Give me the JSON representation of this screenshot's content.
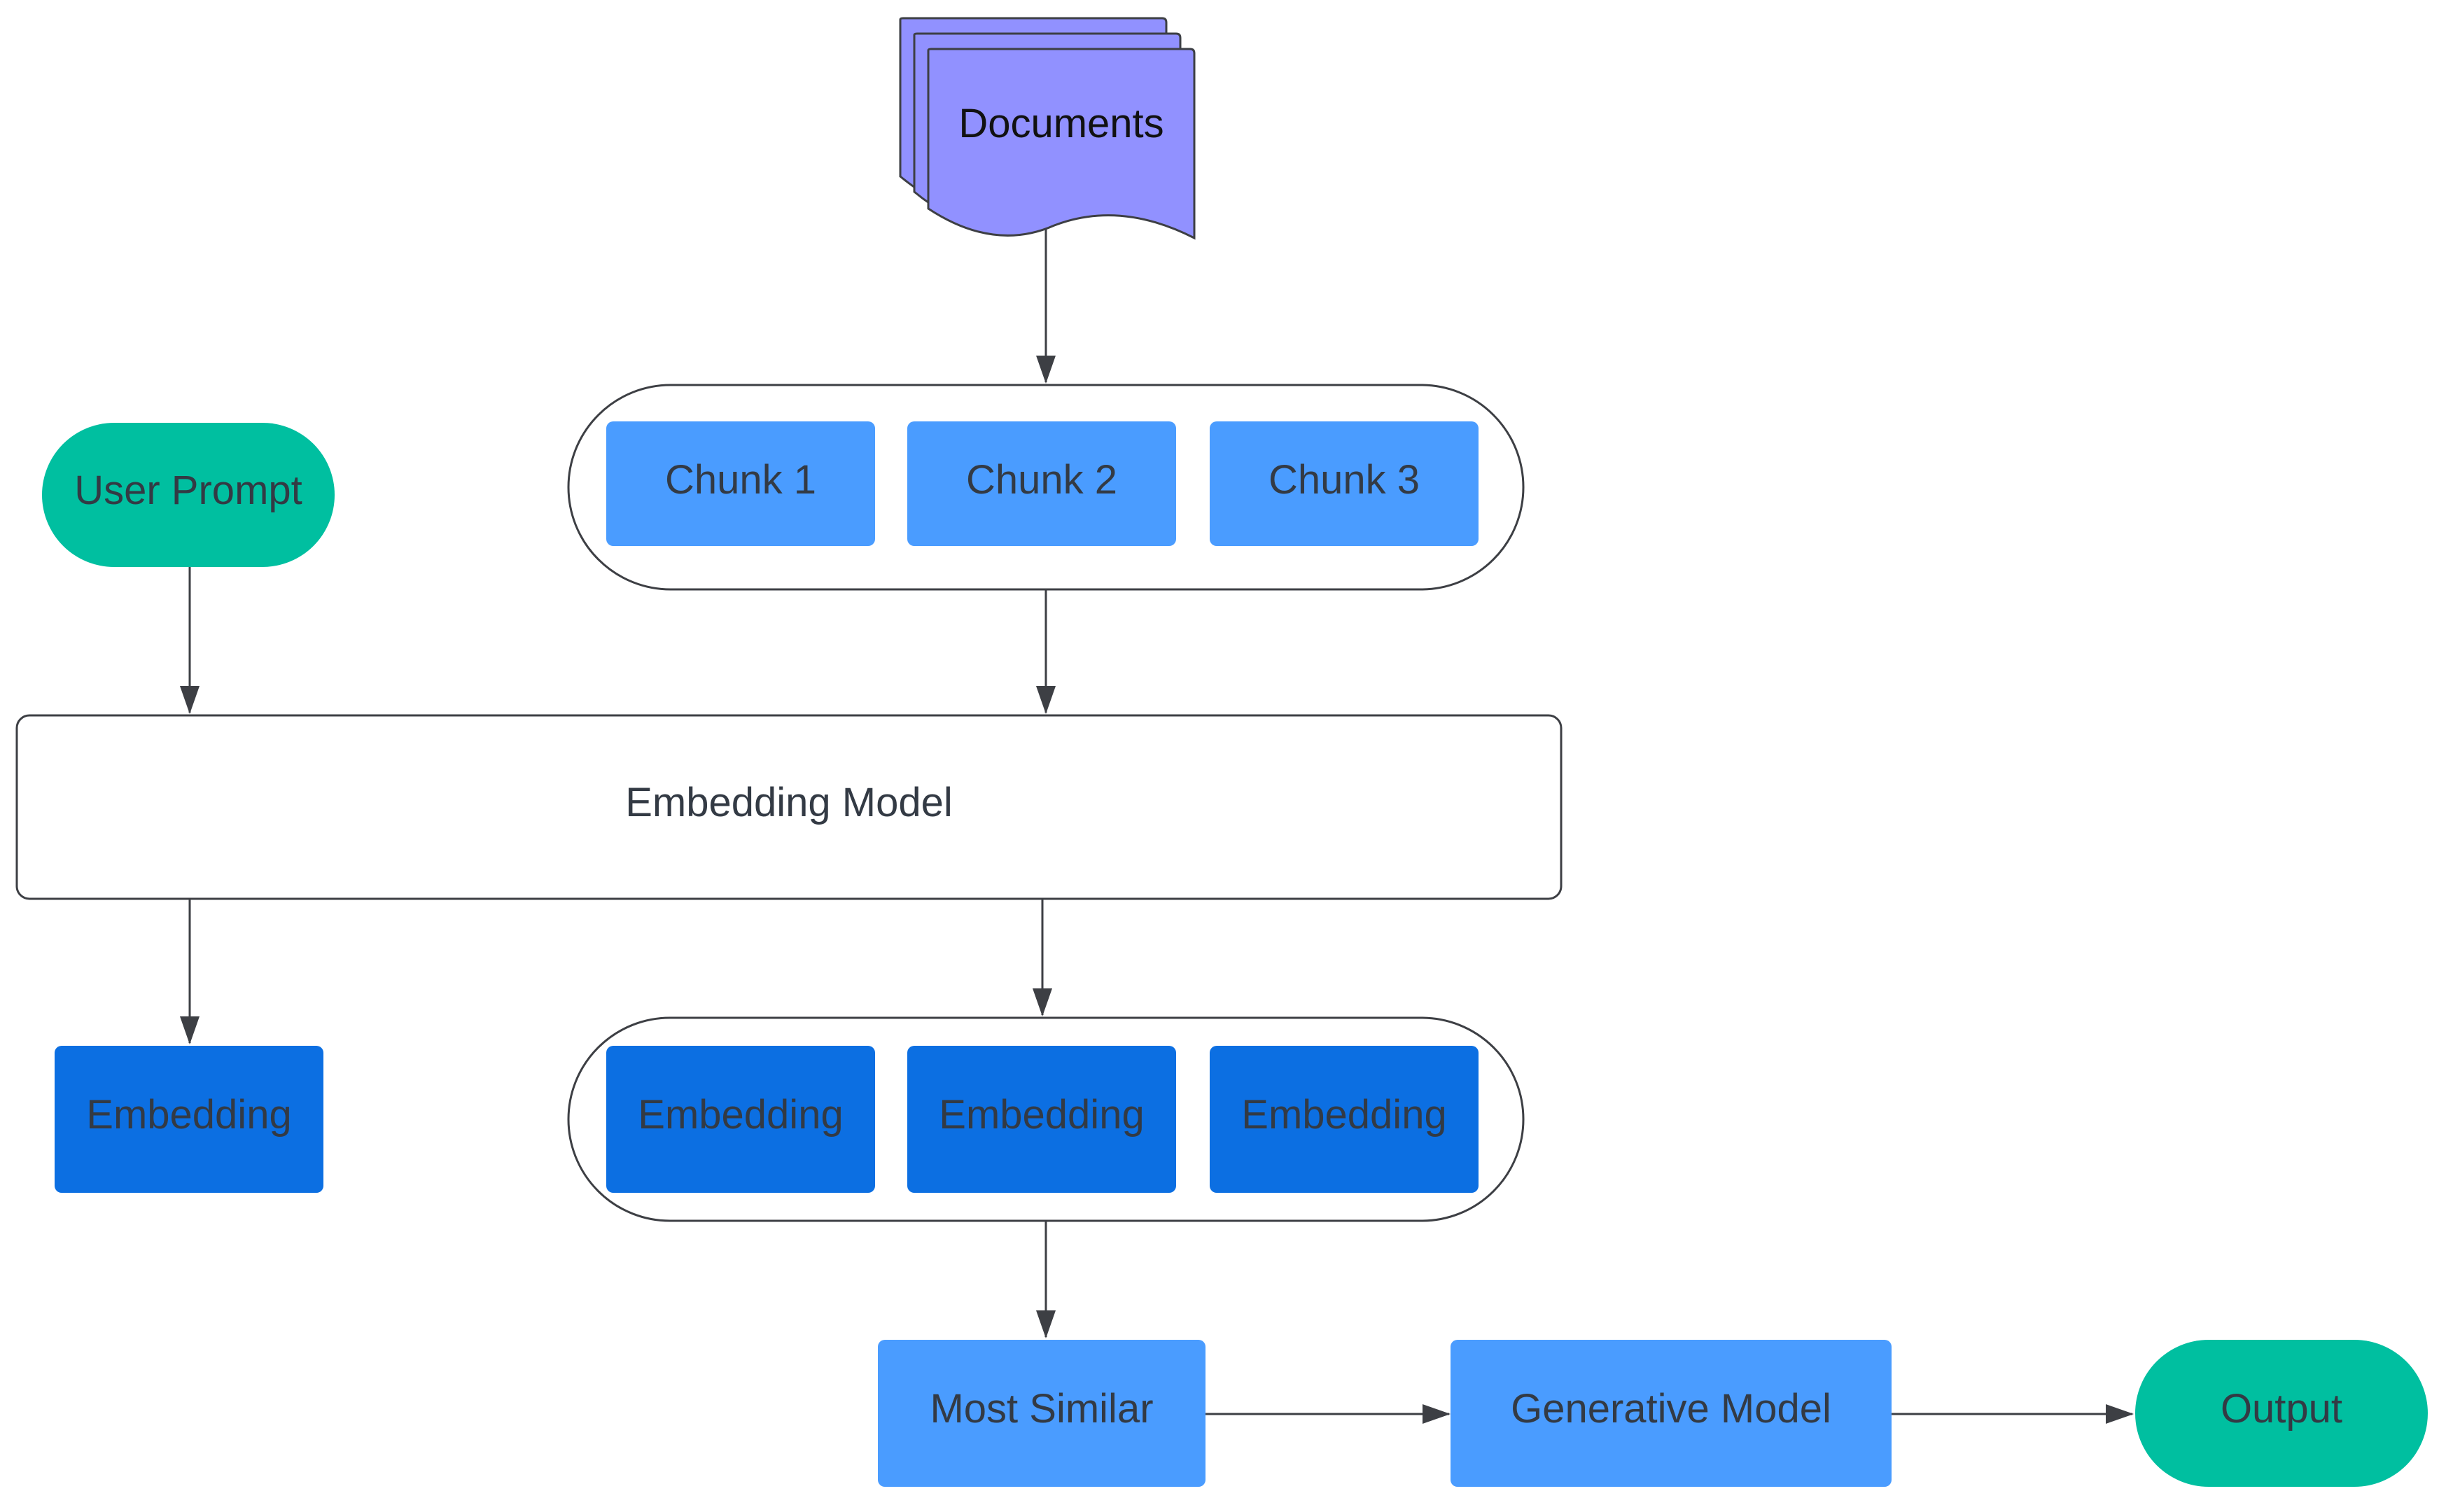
{
  "colors": {
    "terminal": "#00bfa0",
    "chunk": "#4a9cff",
    "embedding": "#0c6fe2",
    "documents": "#9191ff",
    "line": "#3d3f44",
    "text": "#333a44"
  },
  "nodes": {
    "documents": "Documents",
    "user_prompt": "User Prompt",
    "chunks": [
      "Chunk 1",
      "Chunk 2",
      "Chunk 3"
    ],
    "embedding_model": "Embedding Model",
    "prompt_embedding": "Embedding",
    "chunk_embeddings": [
      "Embedding",
      "Embedding",
      "Embedding"
    ],
    "most_similar": "Most Similar",
    "generative_model": "Generative Model",
    "output": "Output"
  }
}
